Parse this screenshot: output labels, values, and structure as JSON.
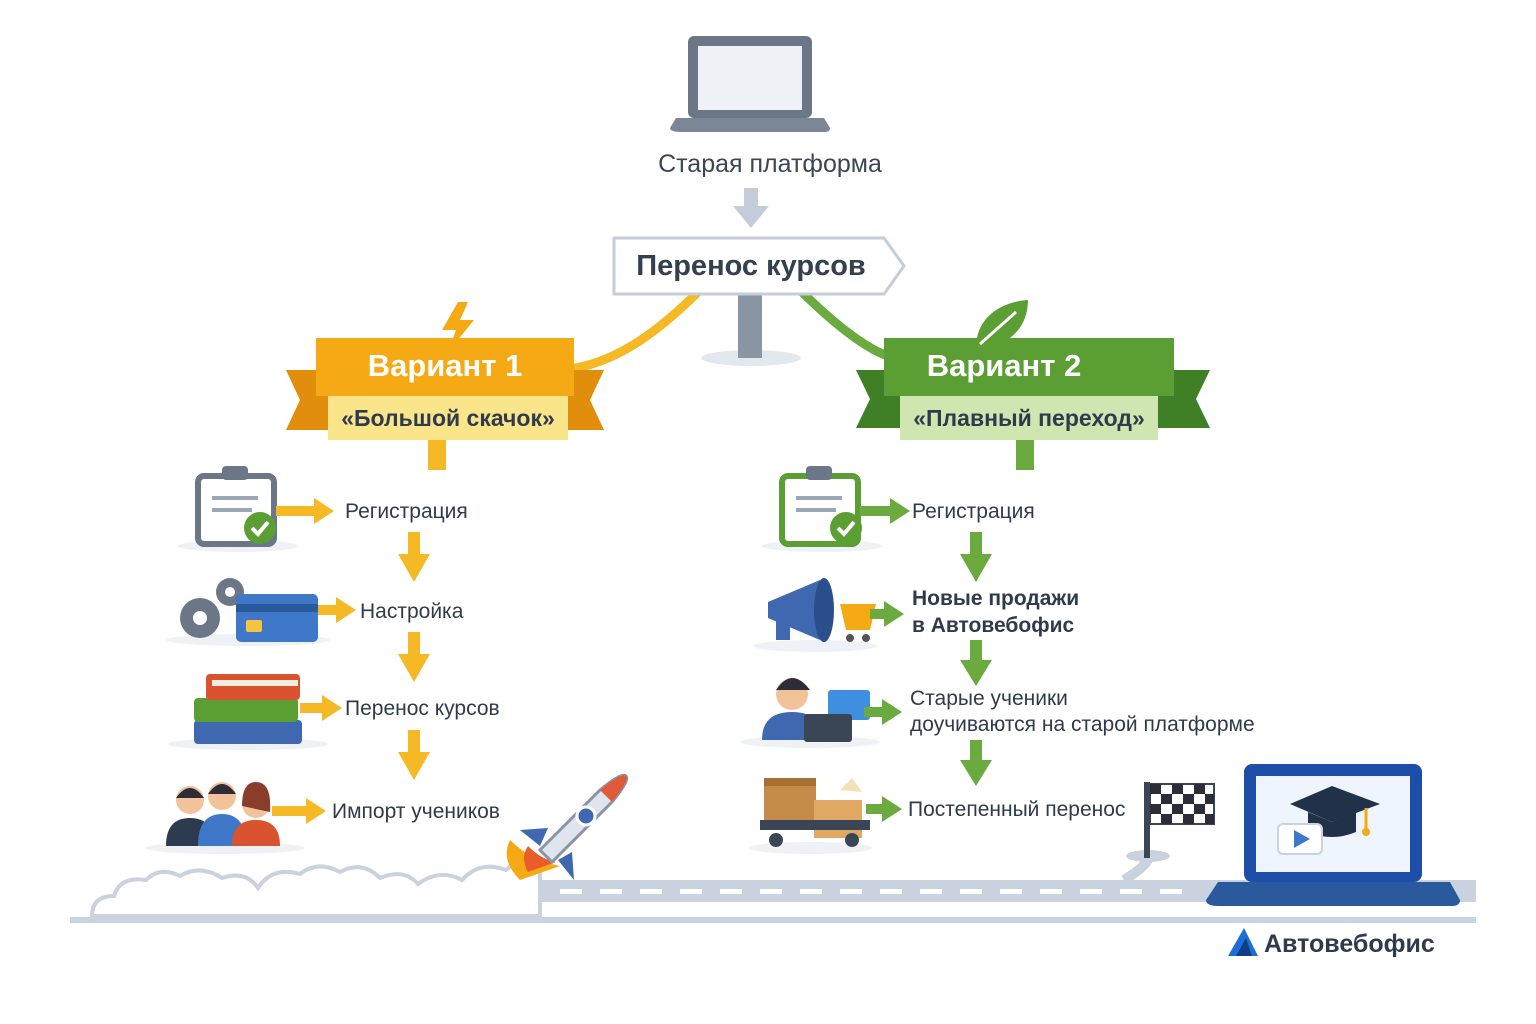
{
  "header": {
    "old_platform_label": "Старая платформа",
    "signpost_label": "Перенос курсов"
  },
  "variant1": {
    "title": "Вариант 1",
    "subtitle": "«Большой скачок»",
    "color": "#f5a915",
    "icon": "lightning-icon",
    "steps": [
      {
        "label": "Регистрация",
        "icon": "clipboard-check-icon"
      },
      {
        "label": "Настройка",
        "icon": "gears-card-icon"
      },
      {
        "label": "Перенос курсов",
        "icon": "books-icon"
      },
      {
        "label": "Импорт учеников",
        "icon": "people-icon"
      }
    ]
  },
  "variant2": {
    "title": "Вариант 2",
    "subtitle": "«Плавный переход»",
    "color": "#5a9e34",
    "icon": "leaf-icon",
    "steps": [
      {
        "label": "Регистрация",
        "icon": "clipboard-check-icon"
      },
      {
        "label_line1": "Новые продажи",
        "label_line2": "в Автовебофис",
        "icon": "megaphone-cart-icon"
      },
      {
        "label_line1": "Старые ученики",
        "label_line2": "доучиваются на старой платформе",
        "icon": "student-laptop-icon"
      },
      {
        "label": "Постепенный перенос",
        "icon": "boxes-cart-icon"
      }
    ]
  },
  "footer": {
    "brand": "Автовебофис",
    "brand_icon": "brand-logo-icon",
    "rocket_icon": "rocket-icon",
    "finish_icon": "finish-flag-icon",
    "destination_icon": "laptop-graduation-icon"
  }
}
